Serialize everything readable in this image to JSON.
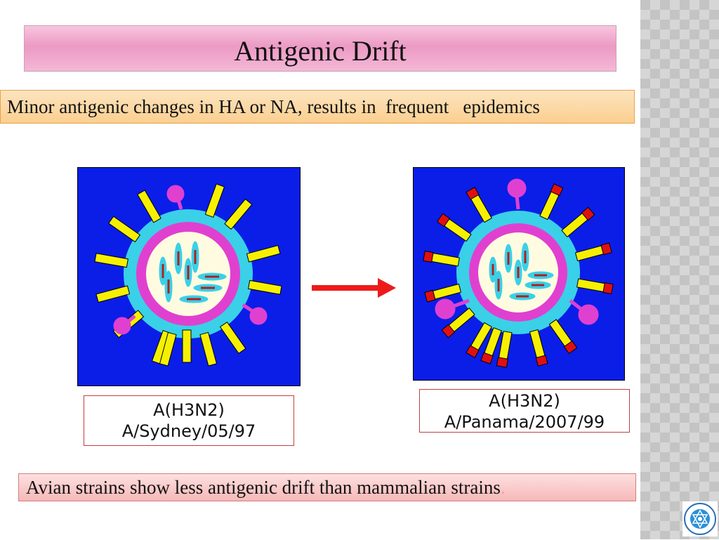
{
  "slide": {
    "title": "Antigenic Drift",
    "subtitle": "Minor antigenic changes in HA or NA, results in  frequent   epidemics",
    "left_label_line1": "A(H3N2)",
    "left_label_line2": "A/Sydney/05/97",
    "right_label_line1": "A(H3N2)",
    "right_label_line2": "A/Panama/2007/99",
    "bottom_text": "Avian strains show less antigenic drift than mammalian strains",
    "bottom_suffix": "."
  },
  "icons": {
    "left_virus": "virus-illustration-icon",
    "right_virus": "mutated-virus-illustration-icon",
    "arrow": "right-arrow-icon",
    "logo": "institute-logo-icon"
  },
  "colors": {
    "background_blue": "#0a1ee8",
    "envelope_cyan": "#3ad0e8",
    "membrane_magenta": "#e040d0",
    "core_cream": "#fffbe0",
    "spike_yellow": "#f6f000",
    "mutation_red": "#e01010",
    "arrow_red": "#ee1a1a"
  }
}
